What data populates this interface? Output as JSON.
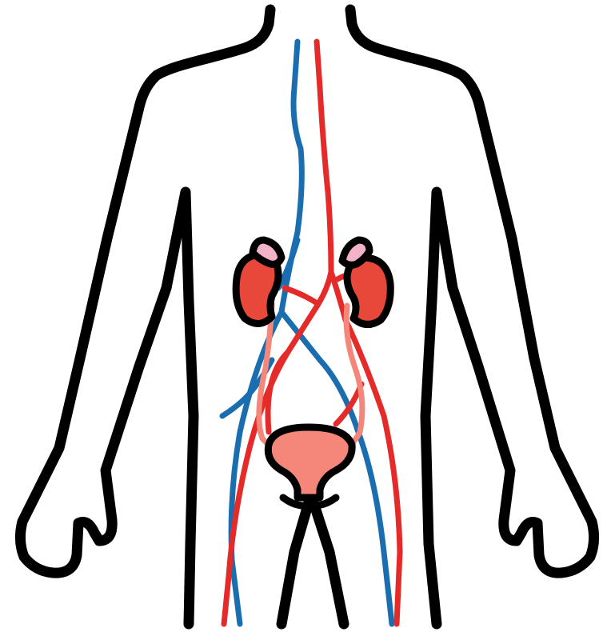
{
  "figure": {
    "subject": "urinary-system-diagram"
  },
  "colors": {
    "background": "#ffffff",
    "outline": "#000000",
    "vein": "#1a6eb0",
    "artery": "#e52a2a",
    "kidney": "#e8483a",
    "adrenal_gland": "#f2b3c8",
    "ureter": "#f4877a",
    "bladder": "#f4877a"
  },
  "parts": [
    "body-outline",
    "vena-cava",
    "aorta",
    "left-kidney",
    "right-kidney",
    "left-adrenal-gland",
    "right-adrenal-gland",
    "left-ureter",
    "right-ureter",
    "bladder",
    "urethra"
  ]
}
